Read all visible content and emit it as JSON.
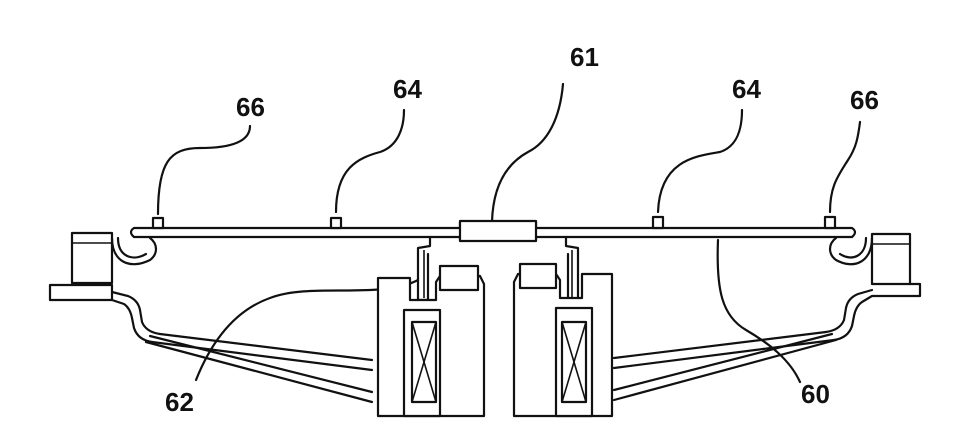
{
  "labels": {
    "l61": "61",
    "l64_left": "64",
    "l64_right": "64",
    "l66_left": "66",
    "l66_right": "66",
    "l62": "62",
    "l60": "60"
  },
  "colors": {
    "line": "#111111",
    "background": "#ffffff"
  }
}
